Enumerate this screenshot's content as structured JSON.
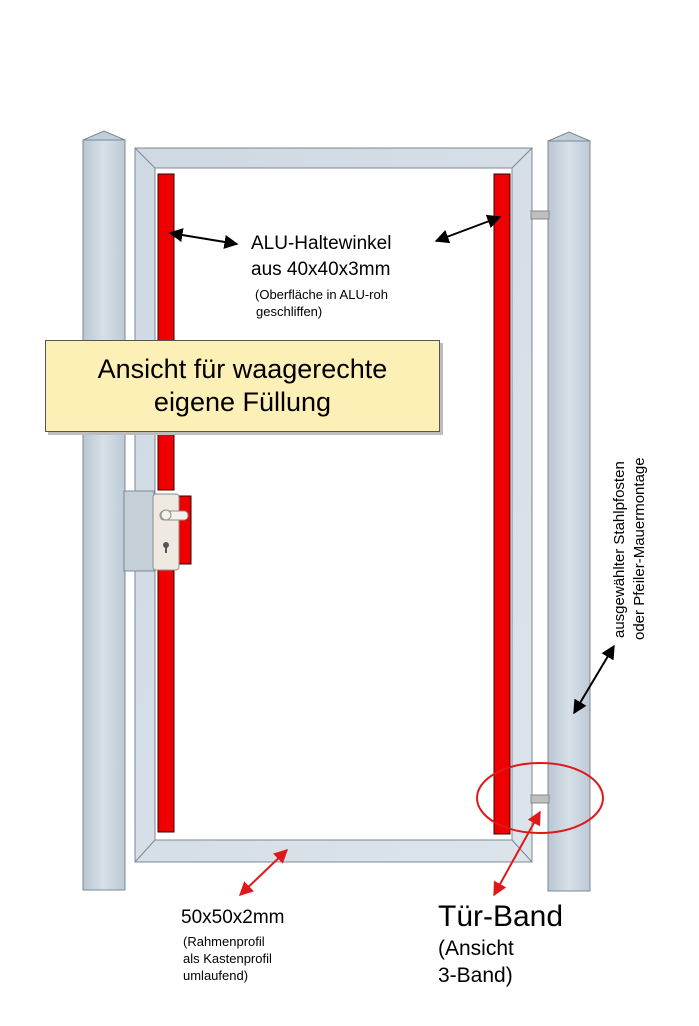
{
  "banner": {
    "line1": "Ansicht für waagerechte",
    "line2": "eigene Füllung"
  },
  "labels": {
    "haltewinkel_title": "ALU-Haltewinkel",
    "haltewinkel_size": "aus 40x40x3mm",
    "haltewinkel_note1": "(Oberfläche in ALU-roh",
    "haltewinkel_note2": "geschliffen)",
    "frame_size": "50x50x2mm",
    "frame_note1": "(Rahmenprofil",
    "frame_note2": "als Kastenprofil",
    "frame_note3": "umlaufend)",
    "hinge_title": "Tür-Band",
    "hinge_note1": "(Ansicht",
    "hinge_note2": "3-Band)",
    "post_line1": "ausgewählter Stahlpfosten",
    "post_line2": "oder Pfeiler-Mauermontage"
  },
  "colors": {
    "post": "#c7d3de",
    "frame": "#d3dde6",
    "angle": "#ee0000",
    "banner_fill": "#fdf0b7",
    "annotation_red": "#e01818"
  },
  "icons": {
    "lock": "door-lock-icon",
    "hinge": "door-hinge-icon"
  }
}
